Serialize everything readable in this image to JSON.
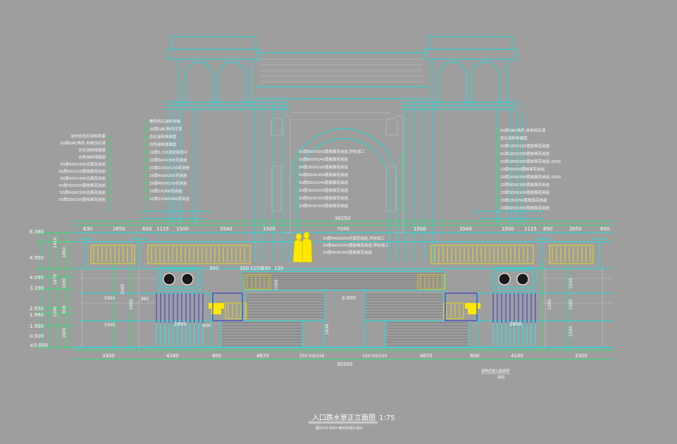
{
  "drawing": {
    "title": "入口跌水景正立面图",
    "scale": "1:75",
    "subtitle": "图中±0.000=绝对标高3.800",
    "small_label": "说明见施工图说明",
    "small_label_sub": "说明",
    "top_total": "30250",
    "bottom_total": "30200",
    "center_elev": "3.600"
  },
  "top_dims": [
    "630",
    "2650",
    "650",
    "1115",
    "1500",
    "3540",
    "1500",
    "7040",
    "1500",
    "3540",
    "1500",
    "1115",
    "650",
    "2650",
    "650"
  ],
  "bottom_dims": [
    "3300",
    "4180",
    "800",
    "4670",
    "250",
    "700",
    "250",
    "250",
    "700",
    "250",
    "4670",
    "800",
    "4180",
    "3300"
  ],
  "inner_dims": [
    "350",
    "350",
    "1150",
    "350",
    "120"
  ],
  "levels": [
    "6.380",
    "4.950",
    "4.090",
    "3.190",
    "2.650",
    "1.990",
    "1.900",
    "0.500",
    "±0.000"
  ],
  "left_segments": [
    "1410",
    "1860",
    "1670",
    "1500",
    "950",
    "1500",
    "1900"
  ],
  "right_segments": [
    "1500",
    "1500",
    "1500"
  ],
  "section_labels": [
    "2600",
    "2600"
  ],
  "misc_dims": [
    "3300",
    "3300",
    "2000",
    "1000",
    "995",
    "600",
    "1830",
    "1000",
    "1500"
  ],
  "notes_left_top": [
    "擦色仿石涂料勾缝",
    "30厚GRC构件压顶",
    "仿石涂料饰面层",
    "白色涂料饰面层",
    "20厚1:3水泥砂浆找平",
    "20厚600X300花岗岩",
    "20厚1500X150花岗岩",
    "20厚400X300花岗岩",
    "20厚460X150花岗岩",
    "20厚2X300花岗岩",
    "20厚1500X300花岗岩"
  ],
  "notes_left_side": [
    "米白色仿石涂料饰面",
    "50厚GRC构件,外刷仿石漆",
    "仿石涂料饰面层",
    "白色涂料饰面层",
    "50厚600X300光面花岗岩",
    "50厚50X150荔枝面花岗岩",
    "50厚600X300光面花岗岩",
    "50厚50X150荔枝面花岗岩",
    "50厚600X300光面花岗岩",
    "50厚50X150荔枝面花岗岩"
  ],
  "notes_center_upper": [
    "50厚600X300荔枝面花岗岩,异形加工",
    "50厚600X140荔枝面花岗岩",
    "20厚300X100荔枝面花岗岩",
    "50厚600X300荔枝面花岗岩",
    "50厚600X140荔枝面花岗岩",
    "20厚300X100荔枝面花岗岩",
    "50厚600X300荔枝面花岗岩",
    "20厚400X300荔枝面花岗岩"
  ],
  "notes_center_lower": [
    "50厚400X250光面花岗岩,异形加工",
    "50厚400X250荔枝面花岗岩,异形加工",
    "20厚400X300荔枝面花岗岩"
  ],
  "notes_right": [
    "50厚GRC构件,外刷仿石漆",
    "仿石涂料饰面层",
    "20厚150X150荔枝面花岗岩",
    "50厚200X200荔枝面花岗岩",
    "20厚100X200荔枝面花岗岩,4200",
    "20厚50X50荔枝面花岗岩",
    "20厚200X200荔枝面花岗岩,4200",
    "20厚600X300荔枝面花岗岩",
    "20厚300X100荔枝面花岗岩",
    "20厚150X50荔枝面花岗岩",
    "20厚600X300荔枝面花岗岩"
  ]
}
